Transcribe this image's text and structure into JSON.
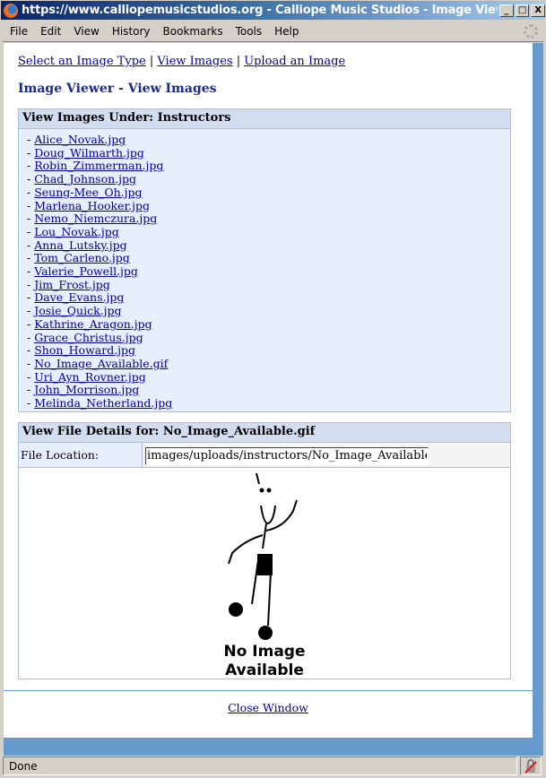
{
  "window": {
    "title": "https://www.calliopemusicstudios.org - Calliope Music Studios - Image Viewer - Mozilla Firef...",
    "minimize": "_",
    "maximize": "□",
    "close": "X"
  },
  "menu": [
    "File",
    "Edit",
    "View",
    "History",
    "Bookmarks",
    "Tools",
    "Help"
  ],
  "nav": {
    "link1": "Select an Image Type",
    "sep": " | ",
    "link2": "View Images",
    "link3": "Upload an Image"
  },
  "page_title": "Image Viewer - View Images",
  "images_panel": {
    "heading": "View Images Under: Instructors",
    "prefix": "- ",
    "files": [
      "Alice_Novak.jpg",
      "Doug_Wilmarth.jpg",
      "Robin_Zimmerman.jpg",
      "Chad_Johnson.jpg",
      "Seung-Mee_Oh.jpg",
      "Marlena_Hooker.jpg",
      "Nemo_Niemczura.jpg",
      "Lou_Novak.jpg",
      "Anna_Lutsky.jpg",
      "Tom_Carleno.jpg",
      "Valerie_Powell.jpg",
      "Jim_Frost.jpg",
      "Dave_Evans.jpg",
      "Josie_Quick.jpg",
      "Kathrine_Aragon.jpg",
      "Grace_Christus.jpg",
      "Shon_Howard.jpg",
      "No_Image_Available.gif",
      "Uri_Ayn_Rovner.jpg",
      "John_Morrison.jpg",
      "Melinda_Netherland.jpg"
    ]
  },
  "details_panel": {
    "heading": "View File Details for: No_Image_Available.gif",
    "location_label": "File Location:",
    "location_value": "images/uploads/instructors/No_Image_Available.gif",
    "image_text_line1": "No Image",
    "image_text_line2": "Available"
  },
  "close_link": "Close Window",
  "status": "Done"
}
